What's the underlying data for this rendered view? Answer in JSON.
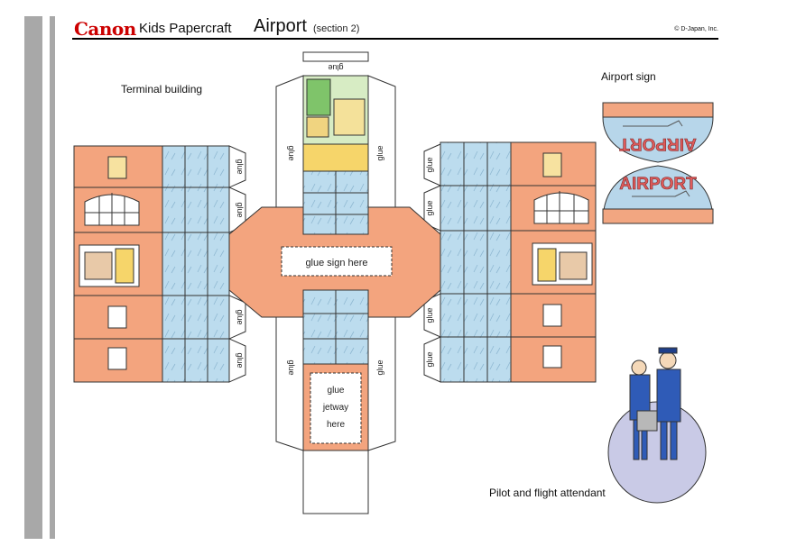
{
  "header": {
    "brand": "Canon",
    "product": "Kids Papercraft",
    "title": "Airport",
    "section": "(section 2)",
    "copyright": "© D-Japan, Inc."
  },
  "labels": {
    "terminal": "Terminal building",
    "sign": "Airport sign",
    "crew": "Pilot and flight attendant"
  },
  "template": {
    "glue": "glue",
    "glue_sign": "glue sign here",
    "jetway": [
      "glue",
      "jetway",
      "here"
    ],
    "sign_text": "AIRPORT"
  },
  "colors": {
    "wall": "#f3a47e",
    "glass": "#bcdcee",
    "sign_band": "#f2a681",
    "sign_oval": "#b7d6ea",
    "ground": "#c9cae6",
    "uniform": "#2f5bb7",
    "sign_letters": "#e05b5b"
  }
}
